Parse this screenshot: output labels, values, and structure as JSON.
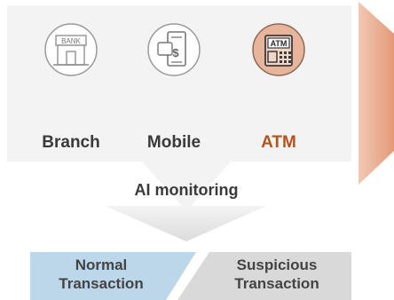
{
  "channels": [
    {
      "label": "Branch",
      "icon": "bank-building-icon",
      "icon_text": "BANK",
      "active": false
    },
    {
      "label": "Mobile",
      "icon": "mobile-phone-payment-icon",
      "icon_text": "$",
      "active": false
    },
    {
      "label": "ATM",
      "icon": "atm-machine-icon",
      "icon_text": "ATM",
      "active": true
    }
  ],
  "monitor": {
    "label": "AI monitoring"
  },
  "outcomes": {
    "normal": {
      "line1": "Normal",
      "line2": "Transaction",
      "color": "#bcd6ea"
    },
    "suspicious": {
      "line1": "Suspicious",
      "line2": "Transaction",
      "color": "#d9d9d9"
    }
  },
  "colors": {
    "accent": "#b5531c",
    "atm_fill": "#e8b49a",
    "panel": "#f3f3f3",
    "side_arrow": "#e9a889"
  }
}
